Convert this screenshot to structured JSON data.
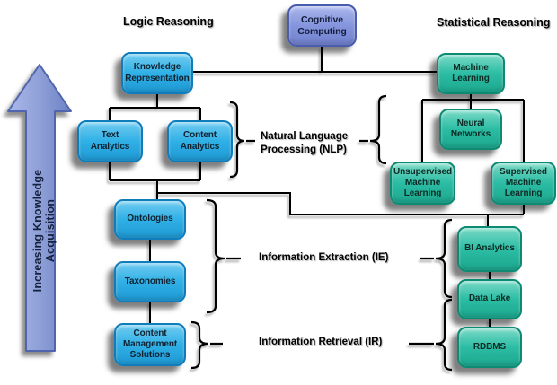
{
  "diagram": {
    "root": {
      "label": "Cognitive Computing"
    },
    "headers": {
      "logic": "Logic Reasoning",
      "statistical": "Statistical Reasoning"
    },
    "arrow": {
      "label": "Increasing Knowledge Acquisition"
    },
    "logic_nodes": [
      {
        "label": "Knowledge Representation"
      },
      {
        "label": "Text Analytics"
      },
      {
        "label": "Content Analytics"
      },
      {
        "label": "Ontologies"
      },
      {
        "label": "Taxonomies"
      },
      {
        "label": "Content Management Solutions"
      }
    ],
    "statistical_nodes": [
      {
        "label": "Machine Learning"
      },
      {
        "label": "Neural Networks"
      },
      {
        "label": "Unsupervised Machine Learning"
      },
      {
        "label": "Supervised Machine Learning"
      },
      {
        "label": "BI Analytics"
      },
      {
        "label": "Data Lake"
      },
      {
        "label": "RDBMS"
      }
    ],
    "process_labels": [
      {
        "label": "Natural Language Processing (NLP)"
      },
      {
        "label": "Information Extraction (IE)"
      },
      {
        "label": "Information Retrieval (IR)"
      }
    ],
    "colors": {
      "logic_fill": "#2fb0e6",
      "logic_border": "#0f7dbc",
      "statistical_fill": "#2bbda4",
      "statistical_border": "#0d8a72",
      "root_fill": "#8595dd",
      "root_border": "#4a5cae",
      "arrow_fill": "#8fa0d8",
      "arrow_border": "#5066ae",
      "connector": "#000000"
    }
  }
}
